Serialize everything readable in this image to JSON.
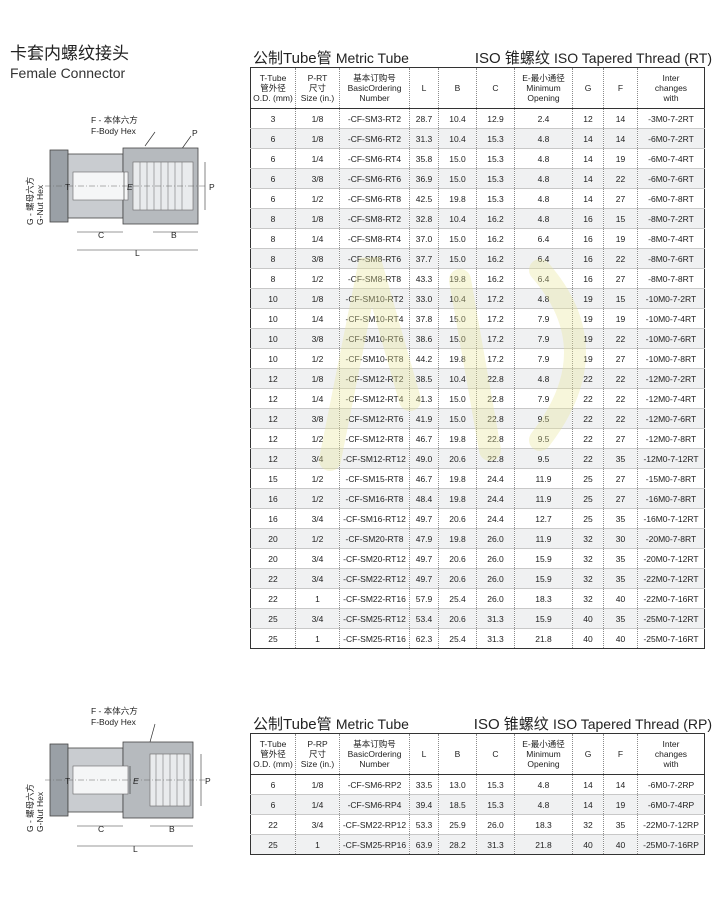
{
  "product": {
    "title_cn": "卡套内螺纹接头",
    "title_en": "Female Connector"
  },
  "section_rt": {
    "title_left_cn": "公制Tube管",
    "title_left_en": "Metric Tube",
    "title_right_cn": "ISO 锥螺纹",
    "title_right_en": "ISO Tapered Thread (RT)"
  },
  "section_rp": {
    "title_left_cn": "公制Tube管",
    "title_left_en": "Metric Tube",
    "title_right_cn": "ISO 锥螺纹",
    "title_right_en": "ISO Tapered Thread (RP)"
  },
  "headers": {
    "tube": [
      "T-Tube",
      "管外径",
      "O.D. (mm)"
    ],
    "prt": [
      "P-RT",
      "尺寸",
      "Size (in.)"
    ],
    "prp": [
      "P-RP",
      "尺寸",
      "Size (in.)"
    ],
    "order": [
      "基本订购号",
      "BasicOrdering",
      "Number"
    ],
    "L": "L",
    "B": "B",
    "C": "C",
    "E": [
      "E-最小通径",
      "Minimum",
      "Opening"
    ],
    "G": "G",
    "F": "F",
    "inter": [
      "Inter",
      "changes",
      "with"
    ]
  },
  "diagram_labels": {
    "f_body_cn": "F - 本体六方",
    "f_body_en": "F-Body Hex",
    "g_nut_cn": "G - 螺母六方",
    "g_nut_en": "G-Nut Hex",
    "p": "P",
    "t": "T",
    "e": "E",
    "c": "C",
    "b": "B",
    "l": "L"
  },
  "rt_rows": [
    [
      "3",
      "1/8",
      "-CF-SM3-RT2",
      "28.7",
      "10.4",
      "12.9",
      "2.4",
      "12",
      "14",
      "-3M0-7-2RT"
    ],
    [
      "6",
      "1/8",
      "-CF-SM6-RT2",
      "31.3",
      "10.4",
      "15.3",
      "4.8",
      "14",
      "14",
      "-6M0-7-2RT"
    ],
    [
      "6",
      "1/4",
      "-CF-SM6-RT4",
      "35.8",
      "15.0",
      "15.3",
      "4.8",
      "14",
      "19",
      "-6M0-7-4RT"
    ],
    [
      "6",
      "3/8",
      "-CF-SM6-RT6",
      "36.9",
      "15.0",
      "15.3",
      "4.8",
      "14",
      "22",
      "-6M0-7-6RT"
    ],
    [
      "6",
      "1/2",
      "-CF-SM6-RT8",
      "42.5",
      "19.8",
      "15.3",
      "4.8",
      "14",
      "27",
      "-6M0-7-8RT"
    ],
    [
      "8",
      "1/8",
      "-CF-SM8-RT2",
      "32.8",
      "10.4",
      "16.2",
      "4.8",
      "16",
      "15",
      "-8M0-7-2RT"
    ],
    [
      "8",
      "1/4",
      "-CF-SM8-RT4",
      "37.0",
      "15.0",
      "16.2",
      "6.4",
      "16",
      "19",
      "-8M0-7-4RT"
    ],
    [
      "8",
      "3/8",
      "-CF-SM8-RT6",
      "37.7",
      "15.0",
      "16.2",
      "6.4",
      "16",
      "22",
      "-8M0-7-6RT"
    ],
    [
      "8",
      "1/2",
      "-CF-SM8-RT8",
      "43.3",
      "19.8",
      "16.2",
      "6.4",
      "16",
      "27",
      "-8M0-7-8RT"
    ],
    [
      "10",
      "1/8",
      "-CF-SM10-RT2",
      "33.0",
      "10.4",
      "17.2",
      "4.8",
      "19",
      "15",
      "-10M0-7-2RT"
    ],
    [
      "10",
      "1/4",
      "-CF-SM10-RT4",
      "37.8",
      "15.0",
      "17.2",
      "7.9",
      "19",
      "19",
      "-10M0-7-4RT"
    ],
    [
      "10",
      "3/8",
      "-CF-SM10-RT6",
      "38.6",
      "15.0",
      "17.2",
      "7.9",
      "19",
      "22",
      "-10M0-7-6RT"
    ],
    [
      "10",
      "1/2",
      "-CF-SM10-RT8",
      "44.2",
      "19.8",
      "17.2",
      "7.9",
      "19",
      "27",
      "-10M0-7-8RT"
    ],
    [
      "12",
      "1/8",
      "-CF-SM12-RT2",
      "38.5",
      "10.4",
      "22.8",
      "4.8",
      "22",
      "22",
      "-12M0-7-2RT"
    ],
    [
      "12",
      "1/4",
      "-CF-SM12-RT4",
      "41.3",
      "15.0",
      "22.8",
      "7.9",
      "22",
      "22",
      "-12M0-7-4RT"
    ],
    [
      "12",
      "3/8",
      "-CF-SM12-RT6",
      "41.9",
      "15.0",
      "22.8",
      "9.5",
      "22",
      "22",
      "-12M0-7-6RT"
    ],
    [
      "12",
      "1/2",
      "-CF-SM12-RT8",
      "46.7",
      "19.8",
      "22.8",
      "9.5",
      "22",
      "27",
      "-12M0-7-8RT"
    ],
    [
      "12",
      "3/4",
      "-CF-SM12-RT12",
      "49.0",
      "20.6",
      "22.8",
      "9.5",
      "22",
      "35",
      "-12M0-7-12RT"
    ],
    [
      "15",
      "1/2",
      "-CF-SM15-RT8",
      "46.7",
      "19.8",
      "24.4",
      "11.9",
      "25",
      "27",
      "-15M0-7-8RT"
    ],
    [
      "16",
      "1/2",
      "-CF-SM16-RT8",
      "48.4",
      "19.8",
      "24.4",
      "11.9",
      "25",
      "27",
      "-16M0-7-8RT"
    ],
    [
      "16",
      "3/4",
      "-CF-SM16-RT12",
      "49.7",
      "20.6",
      "24.4",
      "12.7",
      "25",
      "35",
      "-16M0-7-12RT"
    ],
    [
      "20",
      "1/2",
      "-CF-SM20-RT8",
      "47.9",
      "19.8",
      "26.0",
      "11.9",
      "32",
      "30",
      "-20M0-7-8RT"
    ],
    [
      "20",
      "3/4",
      "-CF-SM20-RT12",
      "49.7",
      "20.6",
      "26.0",
      "15.9",
      "32",
      "35",
      "-20M0-7-12RT"
    ],
    [
      "22",
      "3/4",
      "-CF-SM22-RT12",
      "49.7",
      "20.6",
      "26.0",
      "15.9",
      "32",
      "35",
      "-22M0-7-12RT"
    ],
    [
      "22",
      "1",
      "-CF-SM22-RT16",
      "57.9",
      "25.4",
      "26.0",
      "18.3",
      "32",
      "40",
      "-22M0-7-16RT"
    ],
    [
      "25",
      "3/4",
      "-CF-SM25-RT12",
      "53.4",
      "20.6",
      "31.3",
      "15.9",
      "40",
      "35",
      "-25M0-7-12RT"
    ],
    [
      "25",
      "1",
      "-CF-SM25-RT16",
      "62.3",
      "25.4",
      "31.3",
      "21.8",
      "40",
      "40",
      "-25M0-7-16RT"
    ]
  ],
  "rp_rows": [
    [
      "6",
      "1/8",
      "-CF-SM6-RP2",
      "33.5",
      "13.0",
      "15.3",
      "4.8",
      "14",
      "14",
      "-6M0-7-2RP"
    ],
    [
      "6",
      "1/4",
      "-CF-SM6-RP4",
      "39.4",
      "18.5",
      "15.3",
      "4.8",
      "14",
      "19",
      "-6M0-7-4RP"
    ],
    [
      "22",
      "3/4",
      "-CF-SM22-RP12",
      "53.3",
      "25.9",
      "26.0",
      "18.3",
      "32",
      "35",
      "-22M0-7-12RP"
    ],
    [
      "25",
      "1",
      "-CF-SM25-RP16",
      "63.9",
      "28.2",
      "31.3",
      "21.8",
      "40",
      "40",
      "-25M0-7-16RP"
    ]
  ]
}
